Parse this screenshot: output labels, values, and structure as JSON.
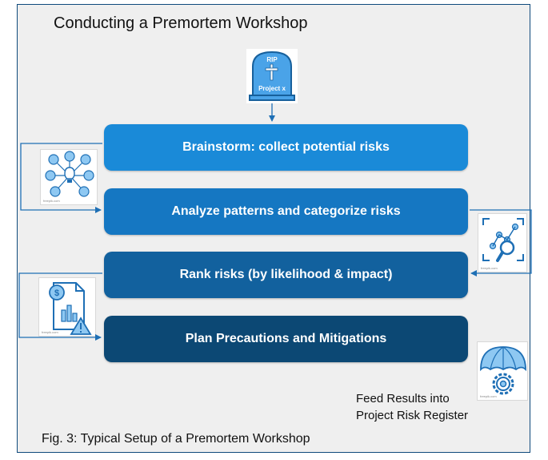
{
  "title": "Conducting a Premortem Workshop",
  "caption": "Fig. 3: Typical Setup of a Premortem Workshop",
  "feed_results": [
    "Feed Results into",
    "Project Risk Register"
  ],
  "tombstone": {
    "line1": "RIP",
    "line2": "Project x"
  },
  "steps": [
    {
      "label": "Brainstorm: collect potential risks",
      "color": "#1a8ad8"
    },
    {
      "label": "Analyze patterns and categorize risks",
      "color": "#1577c2"
    },
    {
      "label": "Rank risks (by likelihood & impact)",
      "color": "#12619e"
    },
    {
      "label": "Plan Precautions and Mitigations",
      "color": "#0c4874"
    }
  ],
  "icons": [
    "tombstone-icon",
    "team-network-icon",
    "data-analysis-icon",
    "financial-risk-report-icon",
    "umbrella-gear-icon"
  ],
  "watermark": "freepik.com"
}
